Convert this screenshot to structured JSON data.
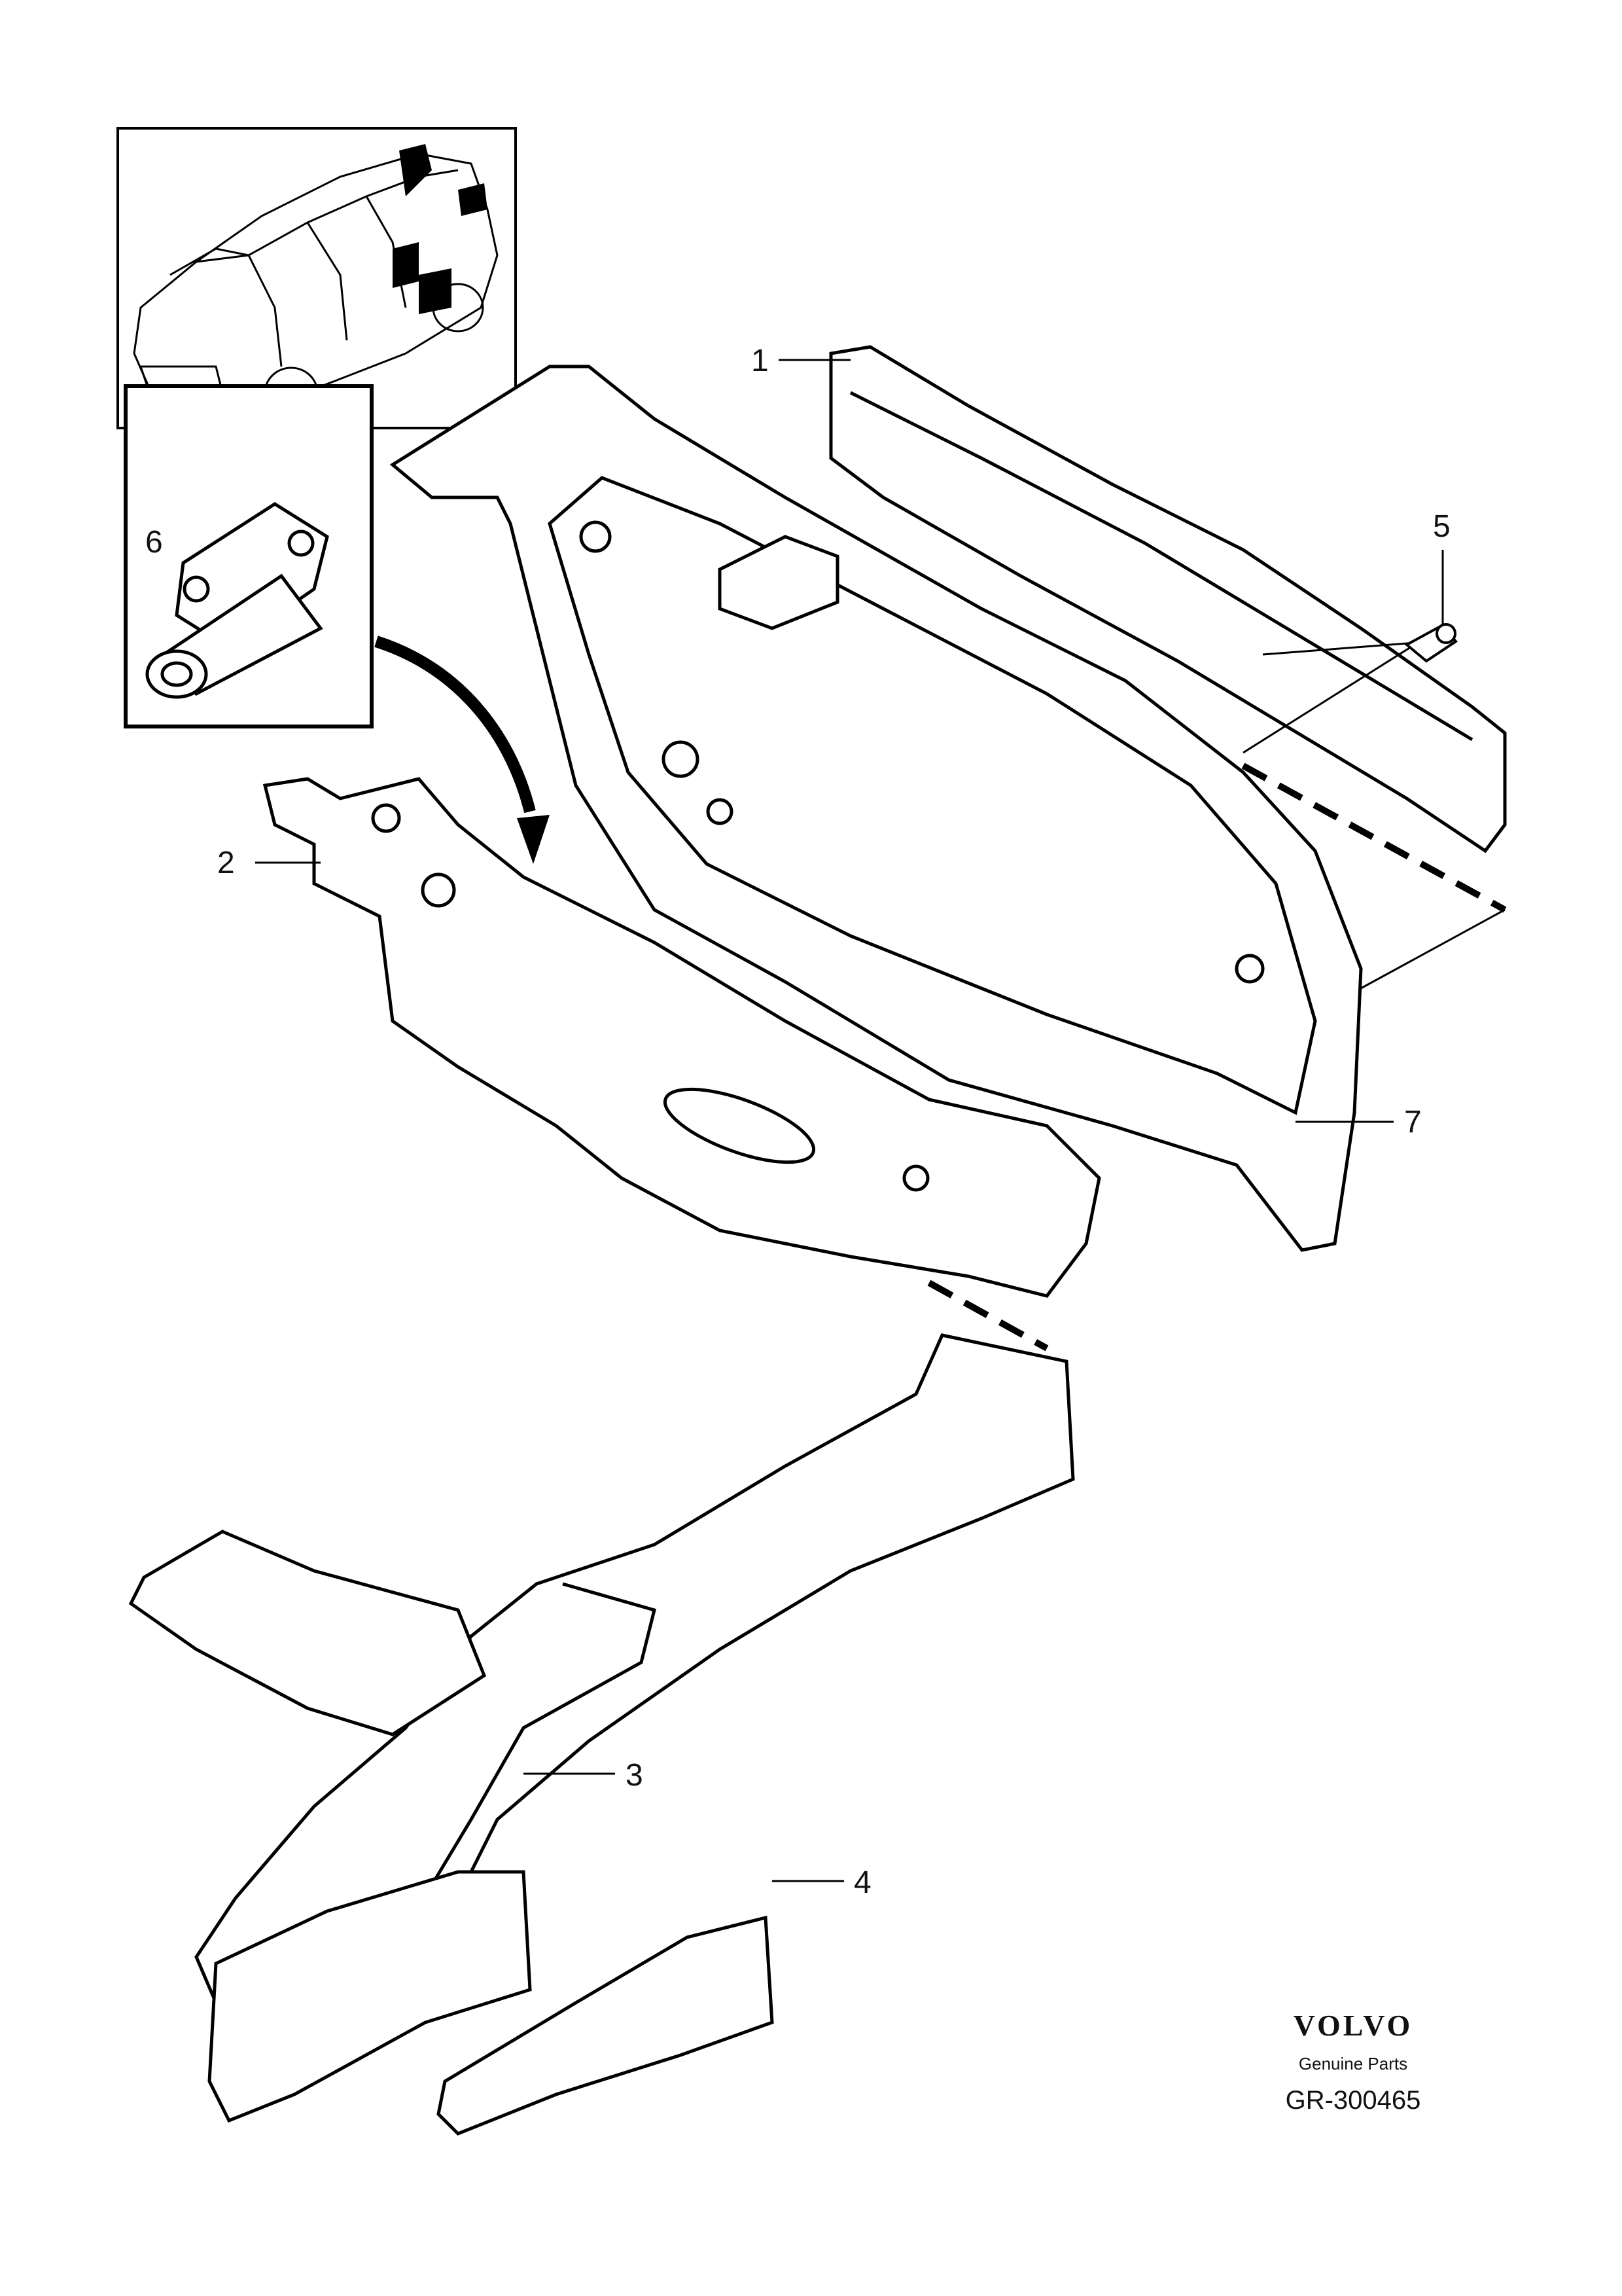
{
  "callouts": [
    {
      "id": "1",
      "label": "1"
    },
    {
      "id": "2",
      "label": "2"
    },
    {
      "id": "3",
      "label": "3"
    },
    {
      "id": "4",
      "label": "4"
    },
    {
      "id": "5",
      "label": "5"
    },
    {
      "id": "6",
      "label": "6"
    },
    {
      "id": "7",
      "label": "7"
    }
  ],
  "brand": {
    "logo_text": "VOLVO",
    "subtitle": "Genuine Parts",
    "diagram_code": "GR-300465"
  }
}
